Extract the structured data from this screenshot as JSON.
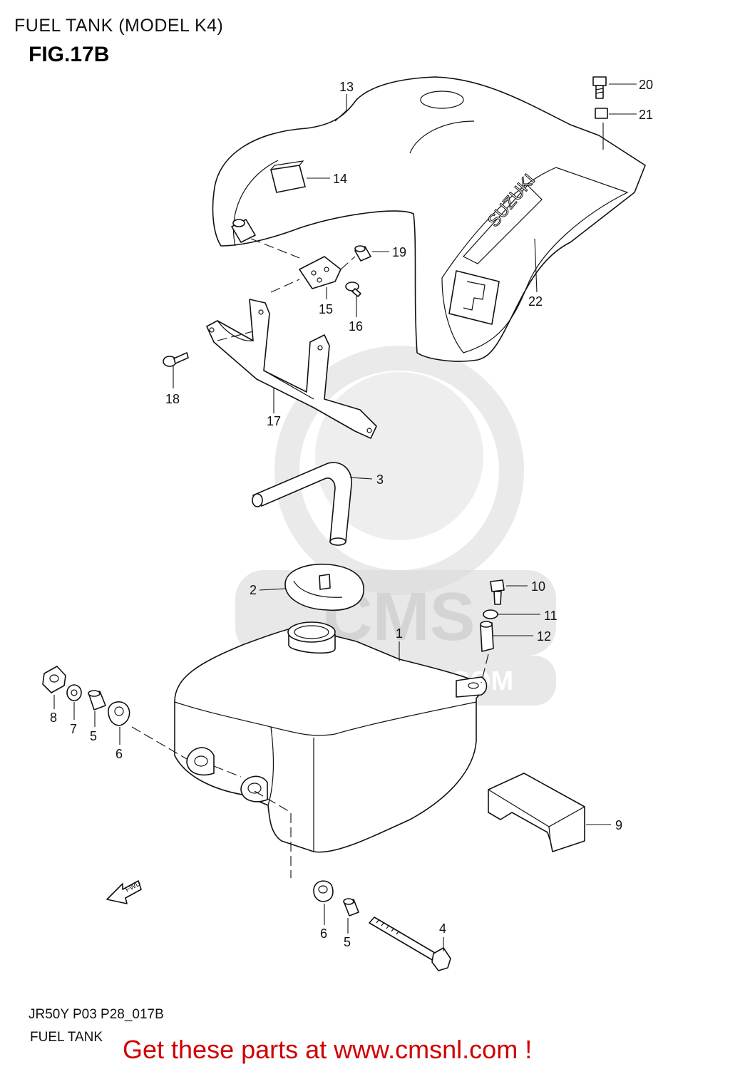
{
  "header": {
    "title": "FUEL TANK (MODEL K4)",
    "figure": "FIG.17B"
  },
  "watermark": {
    "brand": "CMS",
    "url": "WWW.CMSNL.COM"
  },
  "decals": {
    "brand_text": "SUZUKI",
    "fwd_arrow": "FWD"
  },
  "callouts": {
    "c1": "1",
    "c2": "2",
    "c3": "3",
    "c4": "4",
    "c5a": "5",
    "c5b": "5",
    "c6a": "6",
    "c6b": "6",
    "c7": "7",
    "c8": "8",
    "c9": "9",
    "c10": "10",
    "c11": "11",
    "c12": "12",
    "c13": "13",
    "c14": "14",
    "c15": "15",
    "c16": "16",
    "c17": "17",
    "c18": "18",
    "c19": "19",
    "c20": "20",
    "c21": "21",
    "c22": "22"
  },
  "footer": {
    "code": "JR50Y P03 P28_017B",
    "name": "FUEL TANK",
    "promo": "Get these parts at www.cmsnl.com !"
  },
  "colors": {
    "promo": "#d00000",
    "watermark": "#d4d4d4",
    "line": "#111111"
  }
}
